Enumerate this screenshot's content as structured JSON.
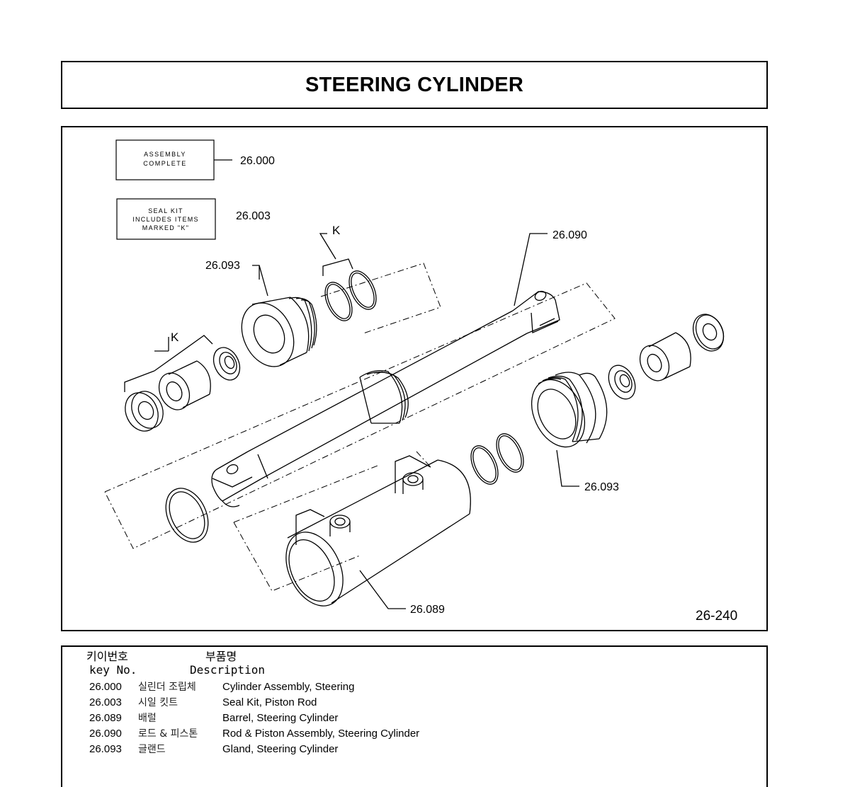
{
  "header": {
    "title": "STEERING CYLINDER"
  },
  "diagram": {
    "figure_number": "26-240",
    "assembly_box": {
      "line1": "ASSEMBLY",
      "line2": "COMPLETE",
      "ref": "26.000"
    },
    "seal_box": {
      "line1": "SEAL KIT",
      "line2": "INCLUDES ITEMS",
      "line3": "MARKED \"K\"",
      "ref": "26.003"
    },
    "callouts": {
      "k_top": "K",
      "k_left": "K",
      "gland_top": "26.093",
      "rod": "26.090",
      "gland_bottom": "26.093",
      "barrel": "26.089"
    }
  },
  "parts_list": {
    "header_korean_key": "키이번호",
    "header_korean_desc": "부품명",
    "header_key": "key No.",
    "header_desc": "Description",
    "rows": [
      {
        "key": "26.000",
        "korean": "실린더 조립체",
        "description": "Cylinder Assembly, Steering"
      },
      {
        "key": "26.003",
        "korean": "시일 킷트",
        "description": "Seal Kit, Piston Rod"
      },
      {
        "key": "26.089",
        "korean": "배럴",
        "description": "Barrel, Steering Cylinder"
      },
      {
        "key": "26.090",
        "korean": "로드 & 피스톤",
        "description": "Rod & Piston Assembly, Steering Cylinder"
      },
      {
        "key": "26.093",
        "korean": "글랜드",
        "description": "Gland, Steering Cylinder"
      }
    ]
  }
}
